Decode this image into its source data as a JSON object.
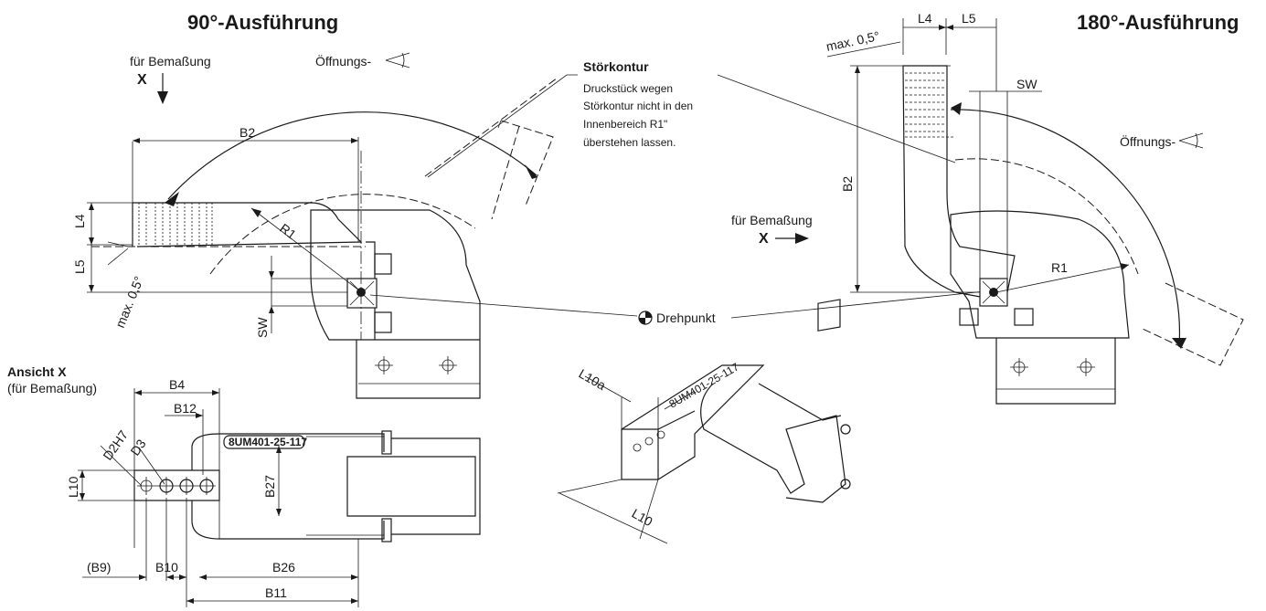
{
  "titles": {
    "left": "90°-Ausführung",
    "right": "180°-Ausführung"
  },
  "labels": {
    "fuer_bemassung": "für Bemaßung",
    "x": "X",
    "oeffnungs": "Öffnungs-",
    "stoerkontur_title": "Störkontur",
    "stoerkontur_lines": [
      "Druckstück wegen",
      "Störkontur nicht in den",
      "Innenbereich R1\"",
      "überstehen lassen."
    ],
    "drehpunkt": "Drehpunkt",
    "ansicht_x": "Ansicht X",
    "ansicht_sub": "(für Bemaßung)",
    "part_number": "8UM401-25-117"
  },
  "dimensions": {
    "B2": "B2",
    "L4": "L4",
    "L5": "L5",
    "R1": "R1",
    "SW": "SW",
    "max05": "max. 0,5°",
    "B4": "B4",
    "B12": "B12",
    "D2H7": "D2H7",
    "D3": "D3",
    "L10": "L10",
    "L10a": "L10a",
    "B27": "B27",
    "B9": "(B9)",
    "B10": "B10",
    "B26": "B26",
    "B11": "B11"
  }
}
